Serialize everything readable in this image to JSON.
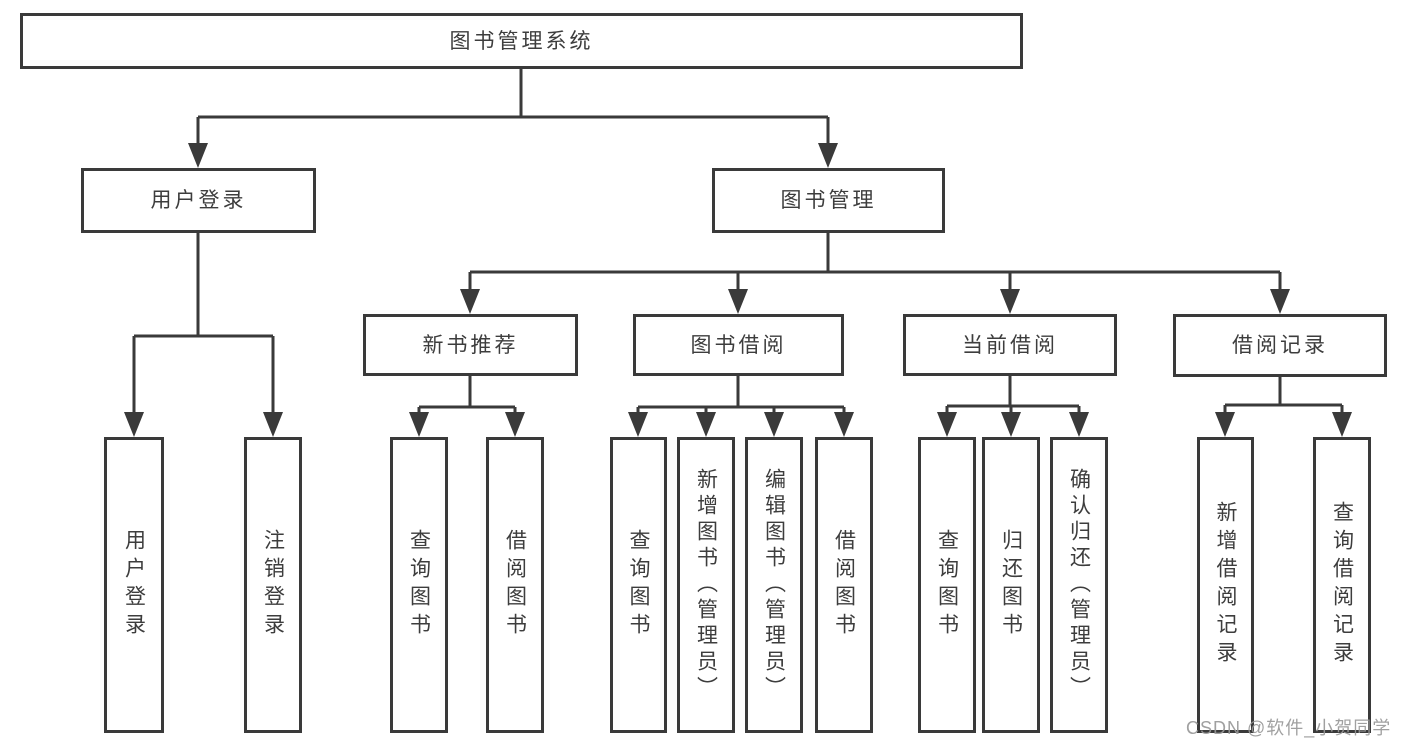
{
  "title": "图书管理系统",
  "watermark": {
    "text": "CSDN @软件_小贺同学"
  },
  "colors": {
    "line": "#3a3a3a",
    "text": "#3d3d3d",
    "background": "#ffffff",
    "watermark": "#989898"
  },
  "tree": {
    "root": {
      "label": "图书管理系统"
    },
    "children": [
      {
        "label": "用户登录",
        "children": [
          {
            "label": "用户登录"
          },
          {
            "label": "注销登录"
          }
        ]
      },
      {
        "label": "图书管理",
        "children": [
          {
            "label": "新书推荐",
            "children": [
              {
                "label": "查询图书"
              },
              {
                "label": "借阅图书"
              }
            ]
          },
          {
            "label": "图书借阅",
            "children": [
              {
                "label": "查询图书"
              },
              {
                "label": "新增图书（管理员）"
              },
              {
                "label": "编辑图书（管理员）"
              },
              {
                "label": "借阅图书"
              }
            ]
          },
          {
            "label": "当前借阅",
            "children": [
              {
                "label": "查询图书"
              },
              {
                "label": "归还图书"
              },
              {
                "label": "确认归还（管理员）"
              }
            ]
          },
          {
            "label": "借阅记录",
            "children": [
              {
                "label": "新增借阅记录"
              },
              {
                "label": "查询借阅记录"
              }
            ]
          }
        ]
      }
    ]
  }
}
